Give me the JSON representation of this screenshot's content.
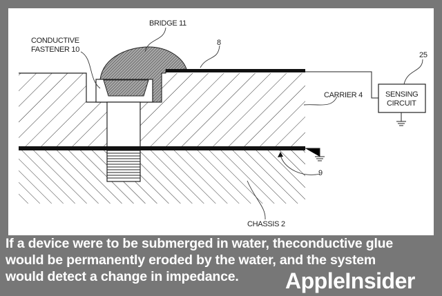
{
  "diagram": {
    "labels": {
      "bridge": "BRIDGE 11",
      "fastener_line1": "CONDUCTIVE",
      "fastener_line2": "FASTENER 10",
      "strip": "8",
      "sensing_ref": "25",
      "sensing_line1": "SENSING",
      "sensing_line2": "CIRCUIT",
      "carrier": "CARRIER 4",
      "ground_ref": "9",
      "chassis": "CHASSIS 2"
    }
  },
  "caption": {
    "lines": [
      "If a device were to be submerged in water, theconductive glue",
      "would be permanently eroded by the water, and the system",
      "would detect a change in impedance."
    ],
    "brand": "AppleInsider"
  }
}
